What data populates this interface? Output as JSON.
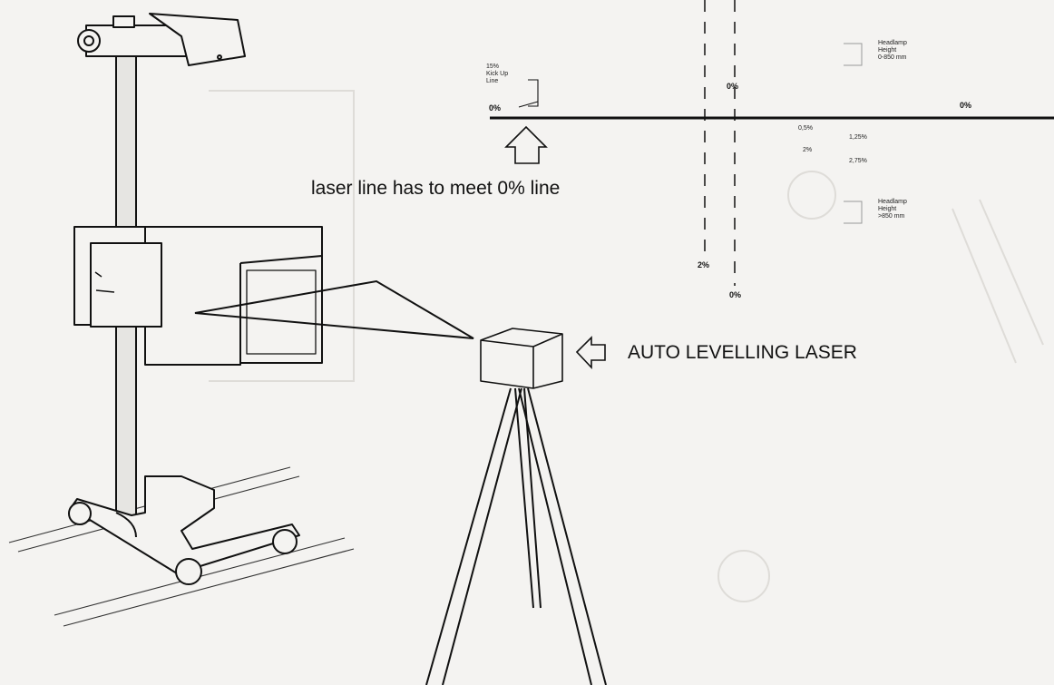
{
  "labels": {
    "laser_line": "laser line has to meet 0% line",
    "auto_levelling": "AUTO LEVELLING LASER"
  },
  "screen": {
    "kick_up_line": "15%\nKick Up\nLine",
    "zero_left": "0%",
    "zero_top": "0%",
    "zero_right": "0%",
    "zero_bottom": "0%",
    "two_pct_vertical": "2%",
    "p_0_5": "0,5%",
    "p_2": "2%",
    "p_1_25": "1,25%",
    "p_2_75": "2,75%",
    "headlamp_upper": "Headlamp\nHeight\n0-850 mm",
    "headlamp_lower": "Headlamp\nHeight\n>850 mm"
  },
  "colors": {
    "line": "#111111",
    "paper": "#f4f3f1",
    "faint": "#d9d8d5"
  }
}
